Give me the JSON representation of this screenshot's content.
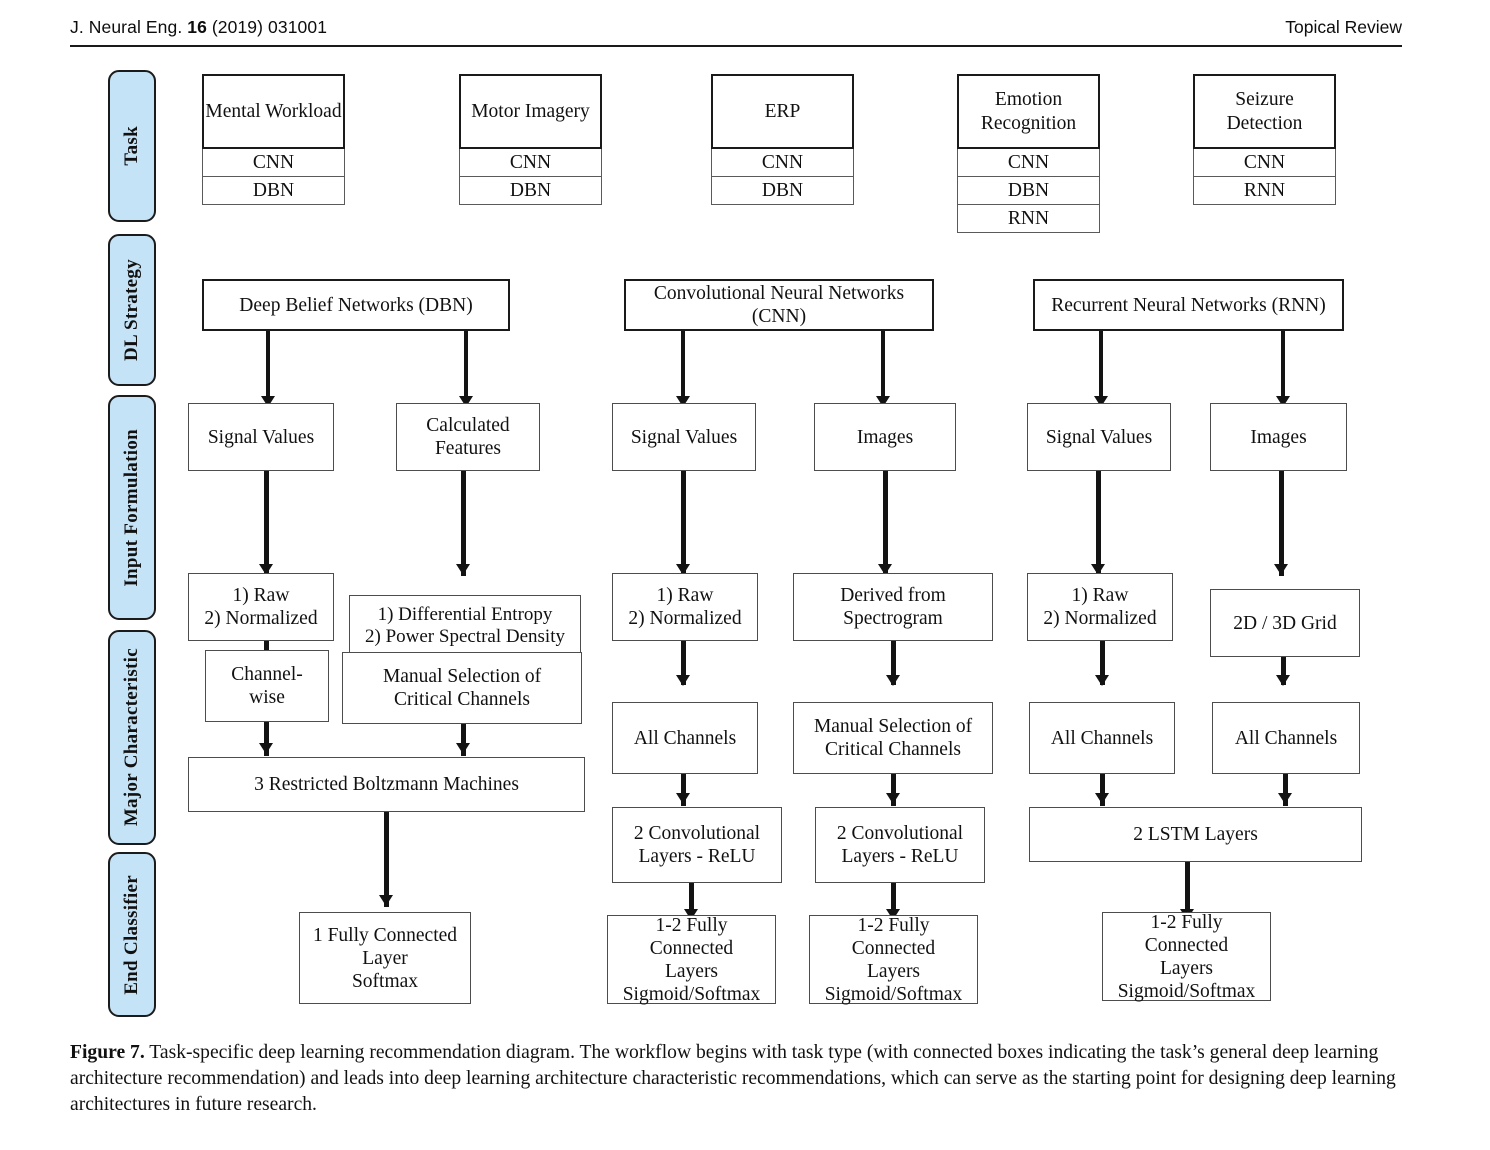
{
  "running_head": {
    "journal_prefix": "J. Neural Eng. ",
    "volume": "16",
    "journal_suffix": " (2019) 031001",
    "section": "Topical Review"
  },
  "stages": [
    {
      "id": "task",
      "label": "Task"
    },
    {
      "id": "dl-strategy",
      "label": "DL Strategy"
    },
    {
      "id": "input",
      "label": "Input Formulation"
    },
    {
      "id": "major",
      "label": "Major Characteristic"
    },
    {
      "id": "classifier",
      "label": "End Classifier"
    }
  ],
  "tasks": [
    {
      "name_line1": "Mental",
      "name_line2": "Workload",
      "methods": [
        "CNN",
        "DBN"
      ]
    },
    {
      "name_line1": "Motor",
      "name_line2": "Imagery",
      "methods": [
        "CNN",
        "DBN"
      ]
    },
    {
      "name_line1": "ERP",
      "name_line2": "",
      "methods": [
        "CNN",
        "DBN"
      ]
    },
    {
      "name_line1": "Emotion",
      "name_line2": "Recognition",
      "methods": [
        "CNN",
        "DBN",
        "RNN"
      ]
    },
    {
      "name_line1": "Seizure",
      "name_line2": "Detection",
      "methods": [
        "CNN",
        "RNN"
      ]
    }
  ],
  "strategies": [
    {
      "label": "Deep Belief Networks (DBN)"
    },
    {
      "label": "Convolutional Neural Networks (CNN)"
    },
    {
      "label": "Recurrent Neural Networks (RNN)"
    }
  ],
  "inputs": [
    {
      "line1": "Signal Values",
      "line2": ""
    },
    {
      "line1": "Calculated",
      "line2": "Features"
    },
    {
      "line1": "Signal Values",
      "line2": ""
    },
    {
      "line1": "Images",
      "line2": ""
    },
    {
      "line1": "Signal Values",
      "line2": ""
    },
    {
      "line1": "Images",
      "line2": ""
    }
  ],
  "input_details": [
    {
      "line1": "1) Raw",
      "line2": "2) Normalized"
    },
    {
      "line1": "1) Differential Entropy",
      "line2": "2) Power Spectral Density"
    },
    {
      "line1": "1) Raw",
      "line2": "2) Normalized"
    },
    {
      "line1": "Derived from",
      "line2": "Spectrogram"
    },
    {
      "line1": "1) Raw",
      "line2": "2) Normalized"
    },
    {
      "line1": "2D / 3D Grid",
      "line2": ""
    }
  ],
  "characteristics": [
    {
      "line1": "Channel-",
      "line2": "wise"
    },
    {
      "line1": "Manual Selection of",
      "line2": "Critical Channels"
    },
    {
      "line1": "All Channels",
      "line2": ""
    },
    {
      "line1": "Manual Selection of",
      "line2": "Critical Channels"
    },
    {
      "line1": "All Channels",
      "line2": ""
    },
    {
      "line1": "All Channels",
      "line2": ""
    }
  ],
  "architectures": [
    {
      "line1": "3 Restricted Boltzmann Machines",
      "line2": ""
    },
    {
      "line1": "2 Convolutional",
      "line2": "Layers - ReLU"
    },
    {
      "line1": "2 Convolutional",
      "line2": "Layers - ReLU"
    },
    {
      "line1": "2 LSTM Layers",
      "line2": ""
    }
  ],
  "classifiers": [
    {
      "line1": "1 Fully Connected",
      "line2": "Layer",
      "line3": "Softmax"
    },
    {
      "line1": "1-2 Fully Connected",
      "line2": "Layers",
      "line3": "Sigmoid/Softmax"
    },
    {
      "line1": "1-2 Fully Connected",
      "line2": "Layers",
      "line3": "Sigmoid/Softmax"
    },
    {
      "line1": "1-2 Fully Connected",
      "line2": "Layers",
      "line3": "Sigmoid/Softmax"
    }
  ],
  "caption": {
    "figure_number": "Figure 7.",
    "text": " Task-specific deep learning recommendation diagram. The workflow begins with task type (with connected boxes indicating the task’s general deep learning architecture recommendation) and leads into deep learning architecture characteristic recommendations, which can serve as the starting point for designing deep learning architectures in future research."
  },
  "colors": {
    "stage_fill": "#c5e3f6",
    "stage_border": "#1b1b1b",
    "box_border": "#4d4d4d",
    "connector": "#131313",
    "text": "#111111"
  }
}
